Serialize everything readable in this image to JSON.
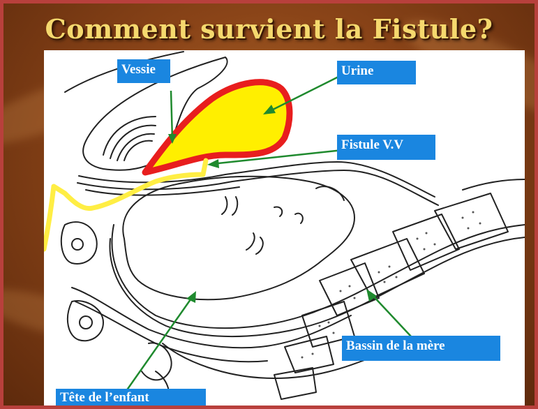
{
  "slide": {
    "title": "Comment survient la Fistule?",
    "colors": {
      "frame": "#b8403c",
      "background": "#8a4418",
      "title": "#f5d96e",
      "label_bg": "#1a86e0",
      "label_text": "#ffffff",
      "arrow": "#1f8a2e",
      "bladder_outline": "#e81e1e",
      "urine": "#ffef00",
      "fistula_path": "#ffee44"
    }
  },
  "labels": {
    "vessie": "Vessie",
    "urine": "Urine",
    "fistule": "Fistule V.V",
    "bassin": "Bassin de la mère",
    "tete": "Tête de l’enfant"
  }
}
